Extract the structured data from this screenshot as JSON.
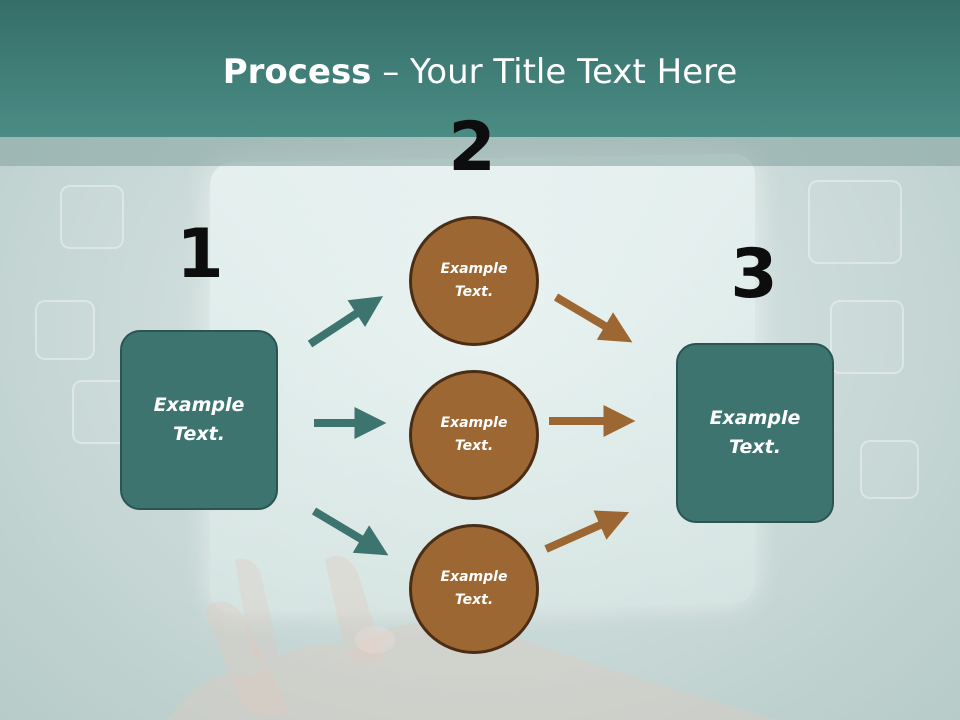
{
  "slide": {
    "title_bold": "Process",
    "title_rest": " – Your Title Text Here",
    "steps": {
      "one": "1",
      "two": "2",
      "three": "3"
    },
    "left_box": {
      "text_line1": "Example",
      "text_line2": "Text."
    },
    "right_box": {
      "text_line1": "Example",
      "text_line2": "Text."
    },
    "circles": [
      {
        "text_line1": "Example",
        "text_line2": "Text."
      },
      {
        "text_line1": "Example",
        "text_line2": "Text."
      },
      {
        "text_line1": "Example",
        "text_line2": "Text."
      }
    ]
  },
  "colors": {
    "header": "#3f7e78",
    "teal_box": "#3d7470",
    "brown_circle": "#9c6733",
    "teal_arrow": "#3d7470",
    "brown_arrow": "#9c6733"
  }
}
